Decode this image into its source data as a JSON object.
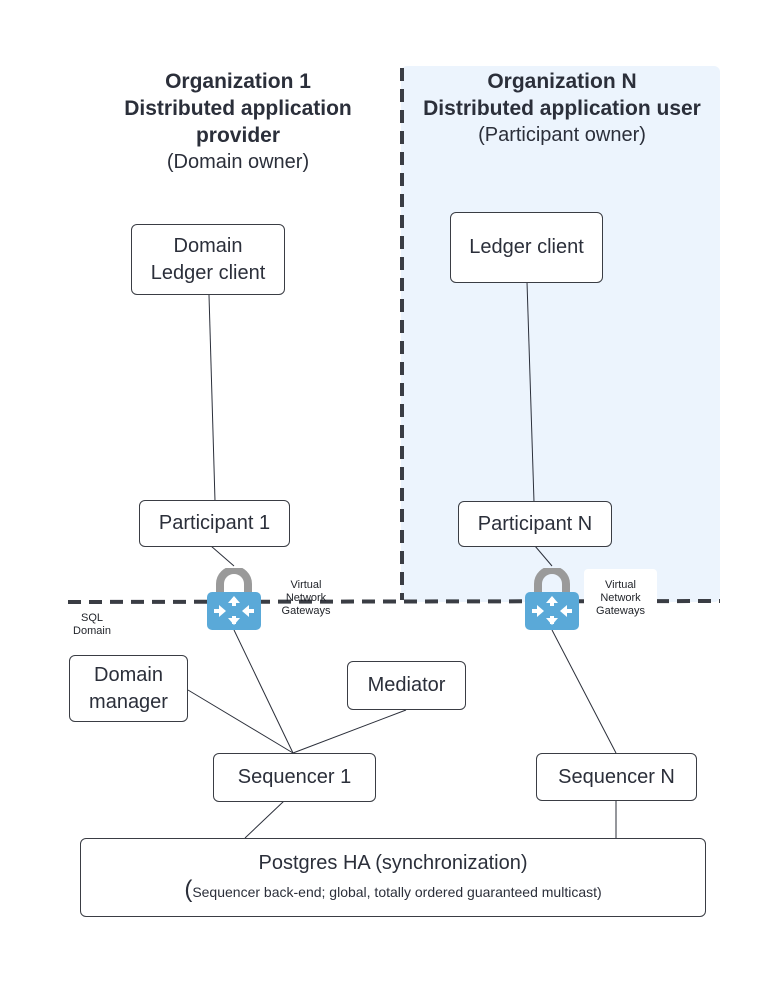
{
  "org1": {
    "title_line1": "Organization 1",
    "title_line2": "Distributed application",
    "title_line3": "provider",
    "subtitle": "(Domain owner)"
  },
  "orgN": {
    "title_line1": "Organization N",
    "title_line2": "Distributed application user",
    "subtitle": "(Participant owner)"
  },
  "nodes": {
    "domain_ledger_line1": "Domain",
    "domain_ledger_line2": "Ledger client",
    "ledger_client": "Ledger client",
    "participant_1": "Participant 1",
    "participant_n": "Participant N",
    "domain_manager_line1": "Domain",
    "domain_manager_line2": "manager",
    "mediator": "Mediator",
    "sequencer_1": "Sequencer 1",
    "sequencer_n": "Sequencer N"
  },
  "gateway_left": {
    "line1": "Virtual",
    "line2": "Network",
    "line3": "Gateways"
  },
  "gateway_right": {
    "line1": "Virtual",
    "line2": "Network",
    "line3": "Gateways"
  },
  "sql_domain": {
    "line1": "SQL",
    "line2": "Domain"
  },
  "postgres": {
    "title": "Postgres HA (synchronization)",
    "paren": "(",
    "subtitle": "Sequencer back-end; global, totally ordered guaranteed multicast)"
  },
  "colors": {
    "region_fill": "#ecf4fd",
    "gateway_blue": "#5aa9d8",
    "lock_gray": "#9a9a9a"
  }
}
